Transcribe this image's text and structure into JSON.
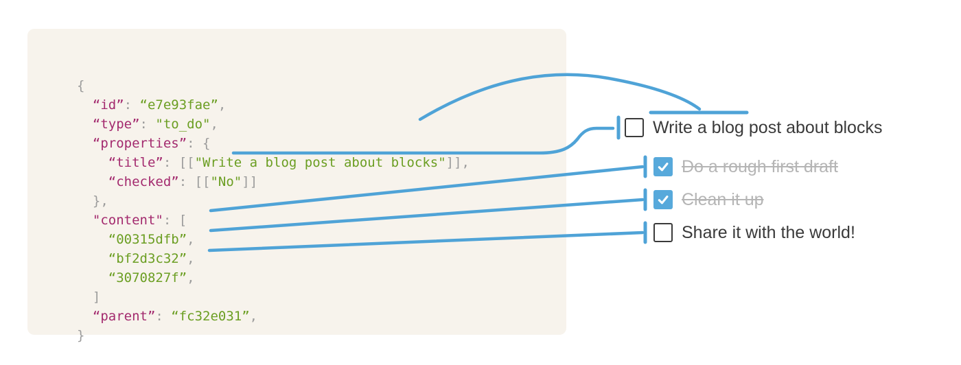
{
  "colors": {
    "panel_bg": "#f7f3ec",
    "connector": "#4fa3d7",
    "checkbox_checked": "#57a9db",
    "code_key": "#a32a6e",
    "code_string": "#6b9e22",
    "code_punct": "#9b9b9b",
    "todo_text": "#3a3a3a",
    "todo_done_text": "#b5b5b5"
  },
  "code": {
    "lines": [
      {
        "segments": [
          {
            "style": "punct",
            "text": "{"
          }
        ]
      },
      {
        "segments": [
          {
            "style": "key",
            "text": "  “id”"
          },
          {
            "style": "punct",
            "text": ": "
          },
          {
            "style": "string",
            "text": "“e7e93fae”"
          },
          {
            "style": "punct",
            "text": ","
          }
        ]
      },
      {
        "segments": [
          {
            "style": "key",
            "text": "  “type”"
          },
          {
            "style": "punct",
            "text": ": "
          },
          {
            "style": "string",
            "text": "\"to_do\""
          },
          {
            "style": "punct",
            "text": ","
          }
        ]
      },
      {
        "segments": [
          {
            "style": "key",
            "text": "  “properties”"
          },
          {
            "style": "punct",
            "text": ": {"
          }
        ]
      },
      {
        "segments": [
          {
            "style": "key",
            "text": "    “title”"
          },
          {
            "style": "punct",
            "text": ": [["
          },
          {
            "style": "string",
            "text": "\"Write a blog post about blocks\""
          },
          {
            "style": "punct",
            "text": "]],"
          }
        ]
      },
      {
        "segments": [
          {
            "style": "key",
            "text": "    “checked”"
          },
          {
            "style": "punct",
            "text": ": [["
          },
          {
            "style": "string",
            "text": "\"No\""
          },
          {
            "style": "punct",
            "text": "]]"
          }
        ]
      },
      {
        "segments": [
          {
            "style": "punct",
            "text": "  },"
          }
        ]
      },
      {
        "segments": [
          {
            "style": "key",
            "text": "  \"content\""
          },
          {
            "style": "punct",
            "text": ": ["
          }
        ]
      },
      {
        "segments": [
          {
            "style": "string",
            "text": "    “00315dfb”"
          },
          {
            "style": "punct",
            "text": ","
          }
        ]
      },
      {
        "segments": [
          {
            "style": "string",
            "text": "    “bf2d3c32”"
          },
          {
            "style": "punct",
            "text": ","
          }
        ]
      },
      {
        "segments": [
          {
            "style": "string",
            "text": "    “3070827f”"
          },
          {
            "style": "punct",
            "text": ","
          }
        ]
      },
      {
        "segments": [
          {
            "style": "punct",
            "text": "  ]"
          }
        ]
      },
      {
        "segments": [
          {
            "style": "key",
            "text": "  “parent”"
          },
          {
            "style": "punct",
            "text": ": "
          },
          {
            "style": "string",
            "text": "“fc32e031”"
          },
          {
            "style": "punct",
            "text": ","
          }
        ]
      },
      {
        "segments": [
          {
            "style": "punct",
            "text": "}"
          }
        ]
      }
    ]
  },
  "todo": {
    "items": [
      {
        "label": "Write a blog post about blocks",
        "checked": false
      },
      {
        "label": "Do a rough first draft",
        "checked": true
      },
      {
        "label": "Clean it up",
        "checked": true
      },
      {
        "label": "Share it with the world!",
        "checked": false
      }
    ]
  }
}
